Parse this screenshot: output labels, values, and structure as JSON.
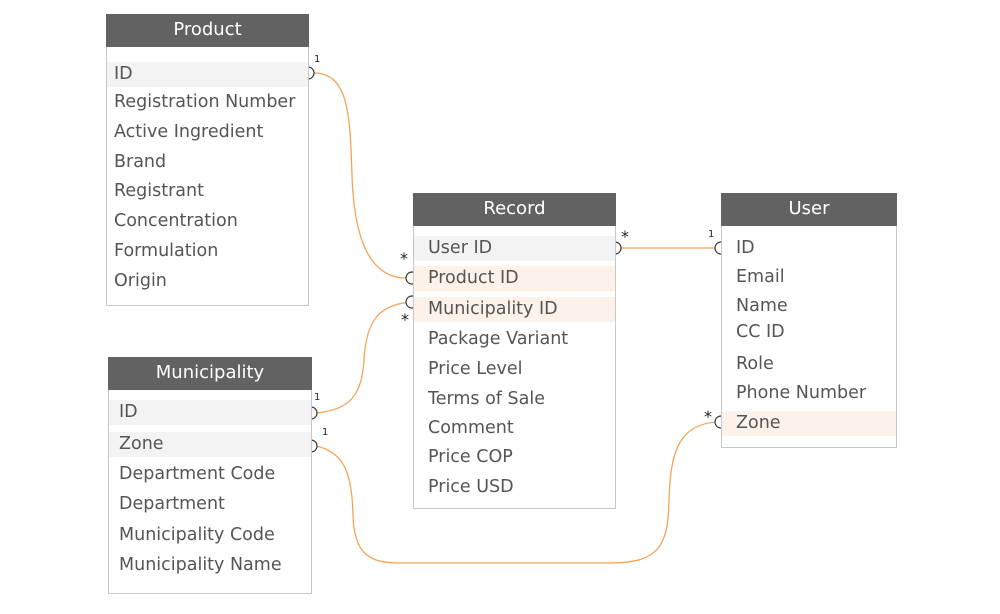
{
  "diagram": {
    "accent_color": "#f4a259",
    "entities": {
      "product": {
        "title": "Product",
        "fields": [
          "ID",
          "Registration Number",
          "Active Ingredient",
          "Brand",
          "Registrant",
          "Concentration",
          "Formulation",
          "Origin"
        ]
      },
      "record": {
        "title": "Record",
        "fields": [
          "User ID",
          "Product ID",
          "Municipality ID",
          "Package Variant",
          "Price Level",
          "Terms of Sale",
          "Comment",
          "Price COP",
          "Price USD"
        ]
      },
      "user": {
        "title": "User",
        "fields": [
          "ID",
          "Email",
          "Name",
          "CC ID",
          "Role",
          "Phone Number",
          "Zone"
        ]
      },
      "municipality": {
        "title": "Municipality",
        "fields": [
          "ID",
          "Zone",
          "Department Code",
          "Department",
          "Municipality Code",
          "Municipality Name"
        ]
      }
    },
    "relationships": [
      {
        "from": "Product.ID",
        "from_card": "1",
        "to": "Record.Product ID",
        "to_card": "*"
      },
      {
        "from": "Municipality.ID",
        "from_card": "1",
        "to": "Record.Municipality ID",
        "to_card": "*"
      },
      {
        "from": "Record.User ID",
        "from_card": "*",
        "to": "User.ID",
        "to_card": "1"
      },
      {
        "from": "Municipality.Zone",
        "from_card": "1",
        "to": "User.Zone",
        "to_card": "*"
      }
    ]
  }
}
